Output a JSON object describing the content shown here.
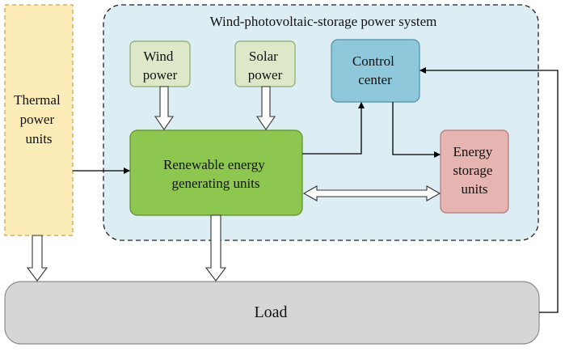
{
  "system": {
    "title": "Wind-photovoltaic-storage power system",
    "fill": "#dcedf4"
  },
  "nodes": {
    "thermal": {
      "lines": [
        "Thermal",
        "power",
        "units"
      ],
      "fill": "#fbecb8",
      "stroke": "#c9a455"
    },
    "wind": {
      "lines": [
        "Wind",
        "power"
      ],
      "fill": "#dde8c9",
      "stroke": "#8aa86d"
    },
    "solar": {
      "lines": [
        "Solar",
        "power"
      ],
      "fill": "#dde8c9",
      "stroke": "#8aa86d"
    },
    "control": {
      "lines": [
        "Control",
        "center"
      ],
      "fill": "#8ec8da",
      "stroke": "#4e90a6"
    },
    "renewable": {
      "lines": [
        "Renewable energy",
        "generating units"
      ],
      "fill": "#8dc74f",
      "stroke": "#5b8f2c"
    },
    "storage": {
      "lines": [
        "Energy",
        "storage",
        "units"
      ],
      "fill": "#e6b4b1",
      "stroke": "#b27a76"
    },
    "load": {
      "lines": [
        "Load"
      ],
      "fill": "#d6d6d6",
      "stroke": "#8c8c8c"
    }
  }
}
